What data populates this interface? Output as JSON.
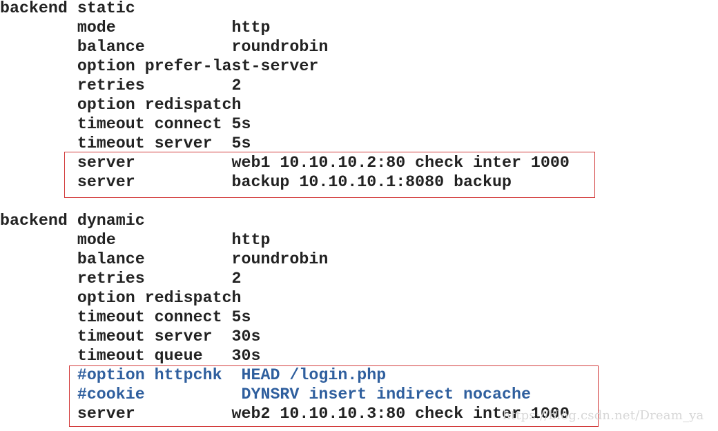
{
  "backend_static": {
    "header": "backend static",
    "lines": [
      "        mode            http",
      "        balance         roundrobin",
      "        option prefer-last-server",
      "        retries         2",
      "        option redispatch",
      "        timeout connect 5s",
      "        timeout server  5s",
      "        server          web1 10.10.10.2:80 check inter 1000",
      "        server          backup 10.10.10.1:8080 backup"
    ]
  },
  "backend_dynamic": {
    "header": "backend dynamic",
    "lines": [
      "        mode            http",
      "        balance         roundrobin",
      "        retries         2",
      "        option redispatch",
      "        timeout connect 5s",
      "        timeout server  30s",
      "        timeout queue   30s",
      "        #option httpchk  HEAD /login.php",
      "        #cookie          DYNSRV insert indirect nocache",
      "        server          web2 10.10.10.3:80 check inter 1000"
    ]
  },
  "colors": {
    "text": "#222222",
    "comment": "#2f5f9e",
    "highlight_border": "#d23a3a",
    "watermark": "#d7d7d7"
  },
  "watermark": "https://blog.csdn.net/Dream_ya"
}
